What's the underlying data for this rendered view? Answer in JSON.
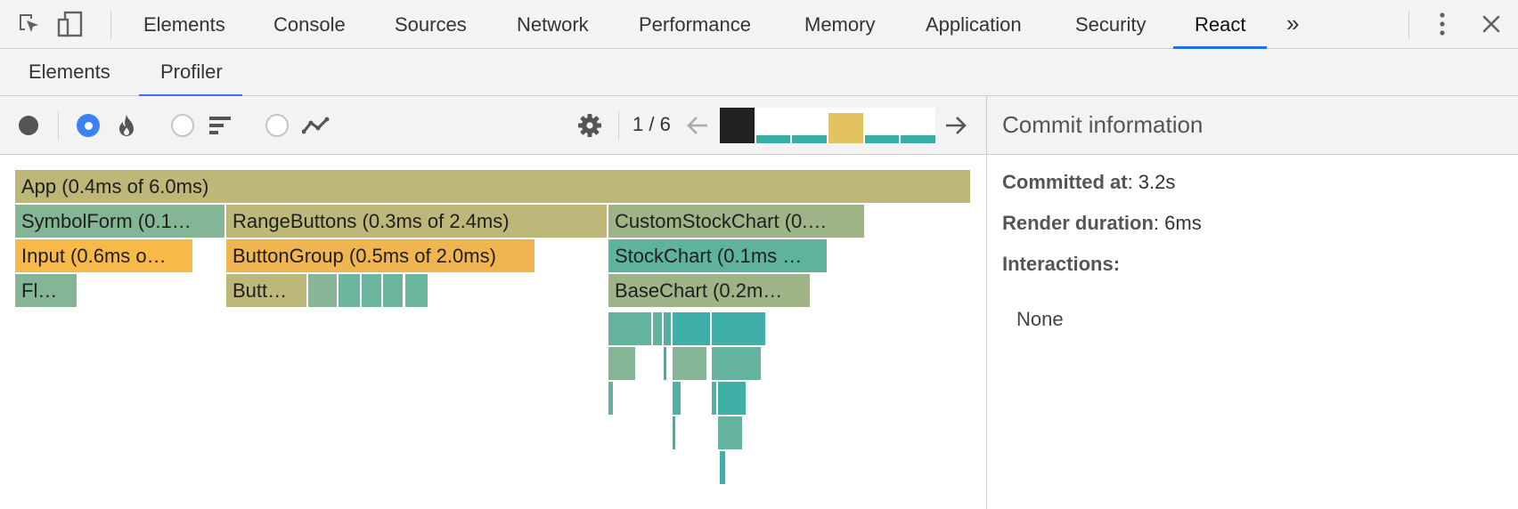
{
  "devtools": {
    "tabs": [
      {
        "label": "Elements"
      },
      {
        "label": "Console"
      },
      {
        "label": "Sources"
      },
      {
        "label": "Network"
      },
      {
        "label": "Performance"
      },
      {
        "label": "Memory"
      },
      {
        "label": "Application"
      },
      {
        "label": "Security"
      },
      {
        "label": "React",
        "active": true
      }
    ],
    "more_tabs_icon": "double-chevron-right-icon",
    "menu_icon": "vertical-ellipsis-icon",
    "close_icon": "close-icon",
    "accent": "#1a73e8"
  },
  "react": {
    "subtabs": [
      {
        "label": "Elements"
      },
      {
        "label": "Profiler",
        "active": true
      }
    ]
  },
  "toolbar": {
    "record_icon": "record-icon",
    "views": [
      {
        "icon": "flame-icon",
        "checked": true
      },
      {
        "icon": "ranked-icon",
        "checked": false
      },
      {
        "icon": "interactions-icon",
        "checked": false
      }
    ],
    "settings_icon": "gear-icon",
    "commit_count": "1 / 6",
    "prev_icon": "arrow-left-icon",
    "next_icon": "arrow-right-icon",
    "commits": [
      {
        "duration": 1.0,
        "color": "#222222",
        "selected": true
      },
      {
        "duration": 0.22,
        "color": "#37afa9"
      },
      {
        "duration": 0.22,
        "color": "#37afa9"
      },
      {
        "duration": 0.85,
        "color": "#e2c35f"
      },
      {
        "duration": 0.22,
        "color": "#37afa9"
      },
      {
        "duration": 0.22,
        "color": "#37afa9"
      }
    ]
  },
  "commit_info": {
    "title": "Commit information",
    "committed_at_label": "Committed at",
    "committed_at_value": "3.2s",
    "render_duration_label": "Render duration",
    "render_duration_value": "6ms",
    "interactions_label": "Interactions:",
    "interactions_value": "None"
  },
  "flamegraph": {
    "labels": {
      "app": "App (0.4ms of 6.0ms)",
      "symbol_form": "SymbolForm (0.1…",
      "range_buttons": "RangeButtons (0.3ms of 2.4ms)",
      "custom_stock_chart": "CustomStockChart (0.…",
      "input": "Input (0.6ms o…",
      "button_group": "ButtonGroup (0.5ms of 2.0ms)",
      "stock_chart": "StockChart (0.1ms …",
      "fl": "Fl…",
      "butt": "Butt…",
      "base_chart": "BaseChart (0.2m…"
    }
  }
}
